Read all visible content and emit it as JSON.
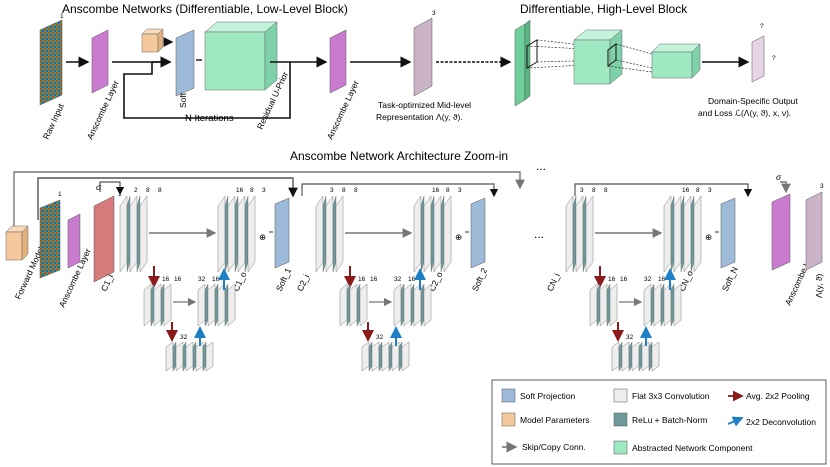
{
  "titles": {
    "low_level": "Anscombe Networks (Differentiable, Low-Level Block)",
    "high_level": "Differentiable, High-Level Block",
    "zoom": "Anscombe Network Architecture Zoom-in"
  },
  "top": {
    "raw_input": "Raw Input",
    "anscombe_layer_1": "Anscombe Layer",
    "soft": "Soft",
    "residual_uprior": "Residual U-Prior",
    "n_iterations": "N  Iterations",
    "anscombe_layer_2": "Anscombe Layer",
    "mid_level_line1": "Task-optimized Mid-level",
    "mid_level_line2": "Representation Λ(y, ϑ).",
    "domain_output_line1": "Domain-Specific Output",
    "domain_output_line2": "and Loss ℒ(Λ(y, ϑ), x, ν).",
    "dim_raw": "1",
    "dim_mid": "3",
    "dim_out_top": "?",
    "dim_out_side": "?"
  },
  "bottom": {
    "forward_model": "Forward Model",
    "anscombe_layer_in": "Anscombe Layer",
    "sigma": "σ",
    "one": "1",
    "blocks": [
      {
        "ci": "C1_i",
        "co": "C1_o",
        "soft": "Soft_1",
        "in_dims": [
          "2",
          "8",
          "8"
        ],
        "out_dims": [
          "16",
          "8",
          "3"
        ]
      },
      {
        "ci": "C2_i",
        "co": "C2_o",
        "soft": "Soft_2",
        "in_dims": [
          "3",
          "8",
          "8"
        ],
        "out_dims": [
          "16",
          "8",
          "3"
        ]
      },
      {
        "ci": "CN_i",
        "co": "CN_o",
        "soft": "Soft_N",
        "in_dims": [
          "3",
          "8",
          "8"
        ],
        "out_dims": [
          "16",
          "8",
          "3"
        ]
      }
    ],
    "mid_dims": {
      "a": "16",
      "b": "16",
      "c": "32",
      "d": "16"
    },
    "low_dim": "32",
    "ellipsis": "...",
    "plus": "⊕",
    "anscombe_layer_out": "Anscombe Layer",
    "lambda_out": "Λ(y, ϑ)",
    "three": "3"
  },
  "legend": {
    "soft_projection": "Soft Projection",
    "model_parameters": "Model Parameters",
    "skip_copy": "Skip/Copy Conn.",
    "flat_conv": "Flat 3x3 Convolution",
    "relu_bn": "ReLu + Batch-Norm",
    "abstracted": "Abstracted Network Component",
    "avg_pool": "Avg. 2x2 Pooling",
    "deconv": "2x2 Deconvolution"
  },
  "colors": {
    "soft_projection": "#9dbbd9",
    "model_parameters": "#f5c99b",
    "flat_conv": "#eeeeee",
    "relu_bn": "#6f9a9b",
    "abstracted": "#9ee8c2",
    "anscombe": "#c97bd0",
    "representation": "#cbb3c8",
    "pool_arrow": "#8b1a1a",
    "deconv_arrow": "#1e7fc4",
    "skip_arrow": "#777777"
  }
}
